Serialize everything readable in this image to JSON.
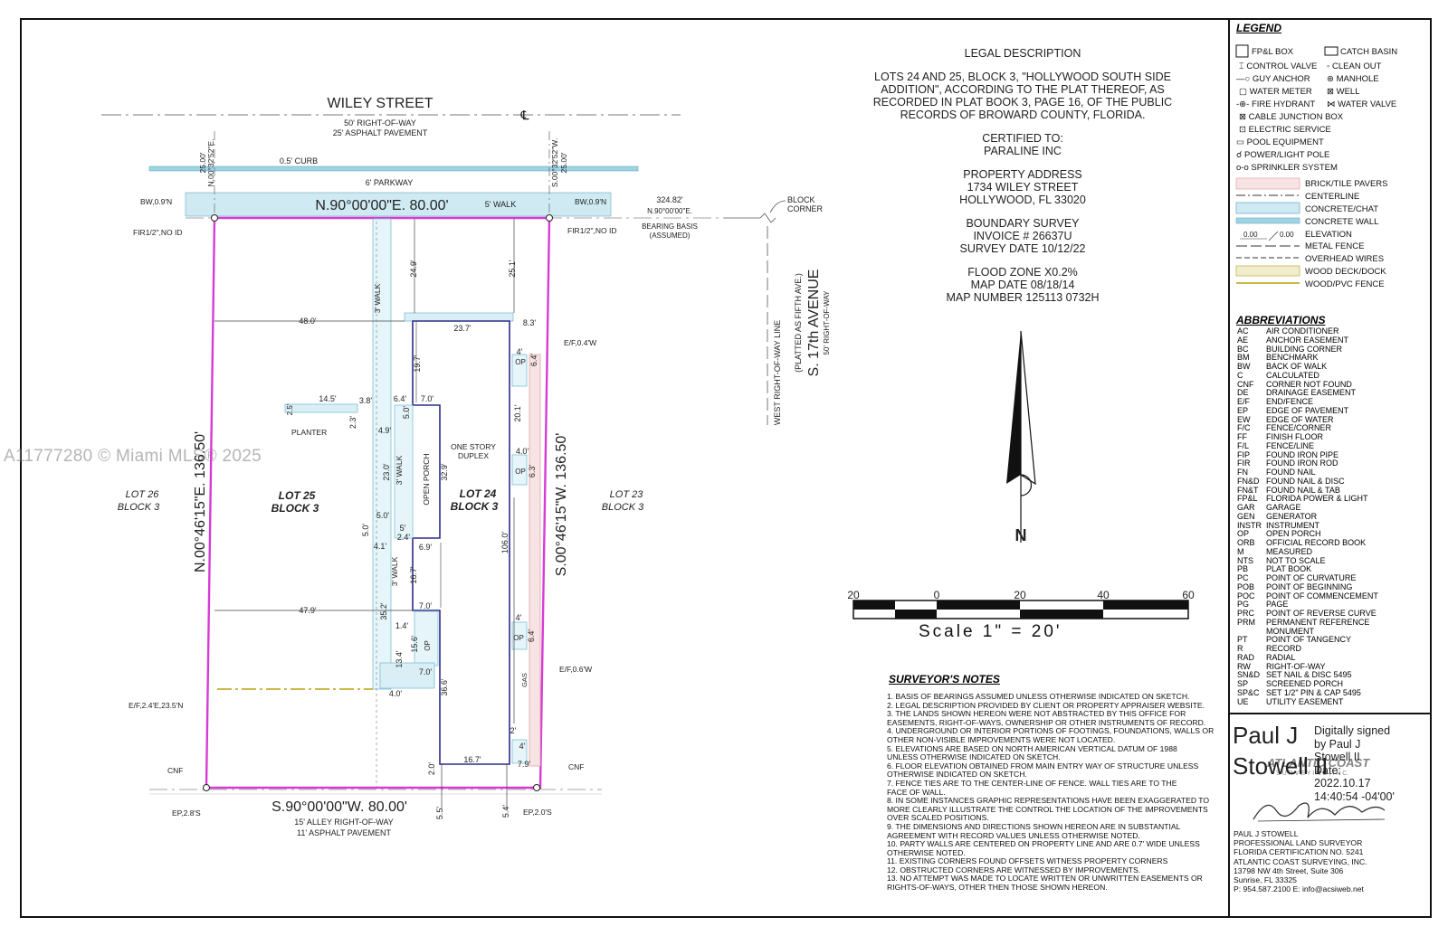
{
  "watermark": "A11777280 © Miami MLS® 2025",
  "streets": {
    "north_name": "WILEY STREET",
    "north_row": "50' RIGHT-OF-WAY",
    "north_pavement": "25' ASPHALT PAVEMENT",
    "curb": "0.5' CURB",
    "parkway": "6' PARKWAY",
    "walk5": "5' WALK",
    "south_row": "15' ALLEY RIGHT-OF-WAY",
    "south_pavement": "11' ASPHALT PAVEMENT",
    "east_name": "S. 17th AVENUE",
    "east_platted": "(PLATTED AS FIFTH AVE.)",
    "east_row": "50' RIGHT-OF-WAY",
    "west_row_line": "WEST RIGHT-OF-WAY LINE",
    "block_corner_1": "BLOCK",
    "block_corner_2": "CORNER",
    "centerline": "℄"
  },
  "bearings": {
    "north": "N.90°00'00\"E. 80.00'",
    "south": "S.90°00'00\"W. 80.00'",
    "west": "N.00°46'15\"E. 136.50'",
    "east": "S.00°46'15\"W. 136.50'",
    "basis_dist": "324.82'",
    "basis_bearing": "N.90°00'00\"E.",
    "basis_label_1": "BEARING BASIS",
    "basis_label_2": "(ASSUMED)",
    "nw_tie_1": "25.00'",
    "nw_tie_2": "N.00°32'52\"E.",
    "ne_tie_1": "25.00'",
    "ne_tie_2": "S.00°32'52\"W."
  },
  "corners": {
    "nw_bw": "BW,0.9'N",
    "ne_bw": "BW,0.9'N",
    "nw_fir": "FIR1/2\",NO ID",
    "ne_fir": "FIR1/2\",NO ID",
    "ef_04w": "E/F,0.4'W",
    "ef_06w": "E/F,0.6'W",
    "ef_24e": "E/F,2.4'E,23.5'N",
    "cnf_w": "CNF",
    "cnf_e": "CNF",
    "ep_w": "EP,2.8'S",
    "ep_e": "EP,2.0'S"
  },
  "lots": {
    "lot26_1": "LOT 26",
    "lot26_2": "BLOCK 3",
    "lot25_1": "LOT 25",
    "lot25_2": "BLOCK 3",
    "lot24_1": "LOT 24",
    "lot24_2": "BLOCK 3",
    "lot23_1": "LOT 23",
    "lot23_2": "BLOCK 3"
  },
  "building": {
    "label_1": "ONE STORY",
    "label_2": "DUPLEX",
    "open_porch": "OPEN PORCH",
    "op": "OP",
    "walk3": "3' WALK",
    "planter": "PLANTER",
    "gas": "GAS"
  },
  "dims": {
    "d48": "48.0'",
    "d237": "23.7'",
    "d83": "8.3'",
    "d249": "24.9'",
    "d251": "25.1'",
    "d197": "19.7'",
    "d145": "14.5'",
    "d38": "3.8'",
    "d64": "6.4'",
    "d70a": "7.0'",
    "d25": "2.5'",
    "d23": "2.3'",
    "d49": "4.9'",
    "d50a": "5.0'",
    "d230": "23.0'",
    "d329": "32.9'",
    "d201": "20.1'",
    "d40a": "4.0'",
    "d63": "6.3'",
    "d4a": "4'",
    "d64b": "6.4'",
    "d50b": "5.0'",
    "d50c": "5.0'",
    "d5": "5'",
    "d41": "4.1'",
    "d24": "2.4'",
    "d69": "6.9'",
    "d167": "16.7'",
    "d1060": "106.0'",
    "d479": "47.9'",
    "d70b": "7.0'",
    "d352": "35.2'",
    "d14": "1.4'",
    "d156": "15.6'",
    "d134": "13.4'",
    "d70c": "7.0'",
    "d4b": "4'",
    "d64c": "6.4'",
    "d366": "36.6'",
    "d40b": "4.0'",
    "d2": "2'",
    "d4c": "4'",
    "d167b": "16.7'",
    "d20": "2.0'",
    "d79": "7.9'",
    "d55": "5.5'",
    "d54": "5.4'"
  },
  "legal": {
    "title": "LEGAL DESCRIPTION",
    "desc_1": "LOTS 24 AND 25, BLOCK 3, \"HOLLYWOOD SOUTH SIDE",
    "desc_2": "ADDITION\", ACCORDING TO THE PLAT THEREOF, AS",
    "desc_3": "RECORDED IN PLAT BOOK 3, PAGE 16, OF THE PUBLIC",
    "desc_4": "RECORDS OF BROWARD COUNTY, FLORIDA.",
    "cert_1": "CERTIFIED TO:",
    "cert_2": "PARALINE INC",
    "addr_1": "PROPERTY ADDRESS",
    "addr_2": "1734 WILEY STREET",
    "addr_3": "HOLLYWOOD, FL 33020",
    "survey_1": "BOUNDARY SURVEY",
    "survey_2": "INVOICE # 26637U",
    "survey_3": "SURVEY DATE 10/12/22",
    "flood_1": "FLOOD ZONE X0.2%",
    "flood_2": "MAP DATE 08/18/14",
    "flood_3": "MAP NUMBER 125113 0732H"
  },
  "north_arrow": "N",
  "scale": {
    "ticks": [
      "20",
      "0",
      "20",
      "40",
      "60"
    ],
    "label": "Scale 1\" = 20'"
  },
  "legend": {
    "title": "LEGEND",
    "items": [
      "FP&L BOX",
      "CATCH BASIN",
      "CONTROL VALVE",
      "CLEAN OUT",
      "GUY ANCHOR",
      "MANHOLE",
      "WATER METER",
      "WELL",
      "FIRE HYDRANT",
      "WATER VALVE",
      "CABLE JUNCTION BOX",
      "ELECTRIC SERVICE",
      "POOL EQUIPMENT",
      "POWER/LIGHT POLE",
      "SPRINKLER SYSTEM",
      "BRICK/TILE PAVERS",
      "CENTERLINE",
      "CONCRETE/CHAT",
      "CONCRETE WALL",
      "ELEVATION",
      "METAL FENCE",
      "OVERHEAD WIRES",
      "WOOD DECK/DOCK",
      "WOOD/PVC FENCE"
    ],
    "elev_a": "0.00",
    "elev_b": "0.00"
  },
  "abbreviations": {
    "title": "ABBREVIATIONS",
    "rows": [
      [
        "AC",
        "AIR CONDITIONER"
      ],
      [
        "AE",
        "ANCHOR EASEMENT"
      ],
      [
        "BC",
        "BUILDING CORNER"
      ],
      [
        "BM",
        "BENCHMARK"
      ],
      [
        "BW",
        "BACK OF WALK"
      ],
      [
        "C",
        "CALCULATED"
      ],
      [
        "CNF",
        "CORNER NOT FOUND"
      ],
      [
        "DE",
        "DRAINAGE EASEMENT"
      ],
      [
        "E/F",
        "END/FENCE"
      ],
      [
        "EP",
        "EDGE OF PAVEMENT"
      ],
      [
        "EW",
        "EDGE OF WATER"
      ],
      [
        "F/C",
        "FENCE/CORNER"
      ],
      [
        "FF",
        "FINISH FLOOR"
      ],
      [
        "F/L",
        "FENCE/LINE"
      ],
      [
        "FIP",
        "FOUND IRON PIPE"
      ],
      [
        "FIR",
        "FOUND IRON ROD"
      ],
      [
        "FN",
        "FOUND NAIL"
      ],
      [
        "FN&D",
        "FOUND NAIL & DISC"
      ],
      [
        "FN&T",
        "FOUND NAIL & TAB"
      ],
      [
        "FP&L",
        "FLORIDA POWER & LIGHT"
      ],
      [
        "GAR",
        "GARAGE"
      ],
      [
        "GEN",
        "GENERATOR"
      ],
      [
        "INSTR",
        "INSTRUMENT"
      ],
      [
        "OP",
        "OPEN PORCH"
      ],
      [
        "ORB",
        "OFFICIAL RECORD BOOK"
      ],
      [
        "M",
        "MEASURED"
      ],
      [
        "NTS",
        "NOT TO SCALE"
      ],
      [
        "PB",
        "PLAT BOOK"
      ],
      [
        "PC",
        "POINT OF CURVATURE"
      ],
      [
        "POB",
        "POINT OF BEGINNING"
      ],
      [
        "POC",
        "POINT OF COMMENCEMENT"
      ],
      [
        "PG",
        "PAGE"
      ],
      [
        "PRC",
        "POINT OF REVERSE CURVE"
      ],
      [
        "PRM",
        "PERMANENT REFERENCE"
      ],
      [
        "",
        "MONUMENT"
      ],
      [
        "PT",
        "POINT OF TANGENCY"
      ],
      [
        "R",
        "RECORD"
      ],
      [
        "RAD",
        "RADIAL"
      ],
      [
        "RW",
        "RIGHT-OF-WAY"
      ],
      [
        "SN&D",
        "SET NAIL & DISC 5495"
      ],
      [
        "SP",
        "SCREENED PORCH"
      ],
      [
        "SP&C",
        "SET 1/2\" PIN & CAP 5495"
      ],
      [
        "UE",
        "UTILITY EASEMENT"
      ]
    ]
  },
  "notes": {
    "title": "SURVEYOR'S NOTES",
    "lines": [
      "1. BASIS OF BEARINGS ASSUMED UNLESS OTHERWISE INDICATED ON SKETCH.",
      "2. LEGAL DESCRIPTION PROVIDED BY CLIENT OR PROPERTY APPRAISER WEBSITE.",
      "3. THE LANDS SHOWN HEREON WERE NOT ABSTRACTED BY THIS OFFICE FOR",
      "EASEMENTS, RIGHT-OF-WAYS, OWNERSHIP OR OTHER INSTRUMENTS OF RECORD.",
      "4. UNDERGROUND OR INTERIOR PORTIONS OF FOOTINGS, FOUNDATIONS, WALLS OR",
      "OTHER NON-VISIBLE IMPROVEMENTS WERE NOT LOCATED.",
      "5. ELEVATIONS ARE BASED ON NORTH AMERICAN VERTICAL DATUM OF 1988",
      "UNLESS OTHERWISE INDICATED ON SKETCH.",
      "6. FLOOR ELEVATION OBTAINED FROM MAIN ENTRY WAY OF STRUCTURE UNLESS",
      "OTHERWISE INDICATED ON SKETCH.",
      "7. FENCE TIES ARE TO THE CENTER-LINE OF FENCE. WALL TIES ARE TO THE",
      "FACE OF WALL.",
      "8. IN SOME INSTANCES GRAPHIC REPRESENTATIONS HAVE BEEN EXAGGERATED TO",
      "MORE CLEARLY ILLUSTRATE THE CONTROL THE LOCATION OF THE IMPROVEMENTS",
      "OVER SCALED POSITIONS.",
      "9. THE DIMENSIONS AND DIRECTIONS SHOWN HEREON ARE IN SUBSTANTIAL",
      "AGREEMENT WITH RECORD VALUES UNLESS OTHERWISE NOTED.",
      "10. PARTY WALLS ARE CENTERED ON PROPERTY LINE AND ARE 0.7' WIDE UNLESS",
      "OTHERWISE NOTED.",
      "11. EXISTING CORNERS FOUND OFFSETS WITNESS PROPERTY CORNERS",
      "12. OBSTRUCTED CORNERS ARE WITNESSED BY IMPROVEMENTS.",
      "13. NO ATTEMPT WAS MADE TO LOCATE WRITTEN OR UNWRITTEN EASEMENTS OR",
      "RIGHTS-OF-WAYS, OTHER THEN THOSE SHOWN HEREON."
    ]
  },
  "signature": {
    "name": "Paul J Stowell II",
    "digital_1": "Digitally signed",
    "digital_2": "by Paul J",
    "digital_3": "Stowell II",
    "digital_4": "Date:",
    "digital_5": "2022.10.17",
    "digital_6": "14:40:54 -04'00'",
    "company_overlay": "ATLANTIC COAST",
    "company_overlay_2": "S U R V E Y I N G , I N C.",
    "info": [
      "PAUL J STOWELL",
      "PROFESSIONAL LAND SURVEYOR",
      "FLORIDA CERTIFICATION NO. 5241",
      "ATLANTIC COAST SURVEYING, INC.",
      "13798 NW 4th Street, Suite 306",
      "Sunrise, FL 33325",
      "P: 954.587.2100  E: info@acsiweb.net"
    ]
  },
  "colors": {
    "boundary": "#d63bd6",
    "building": "#2b2b8a",
    "concrete": "#9fd4e4",
    "pavers": "#e8b4b4",
    "fence": "#c9b84a",
    "ink": "#222222"
  }
}
